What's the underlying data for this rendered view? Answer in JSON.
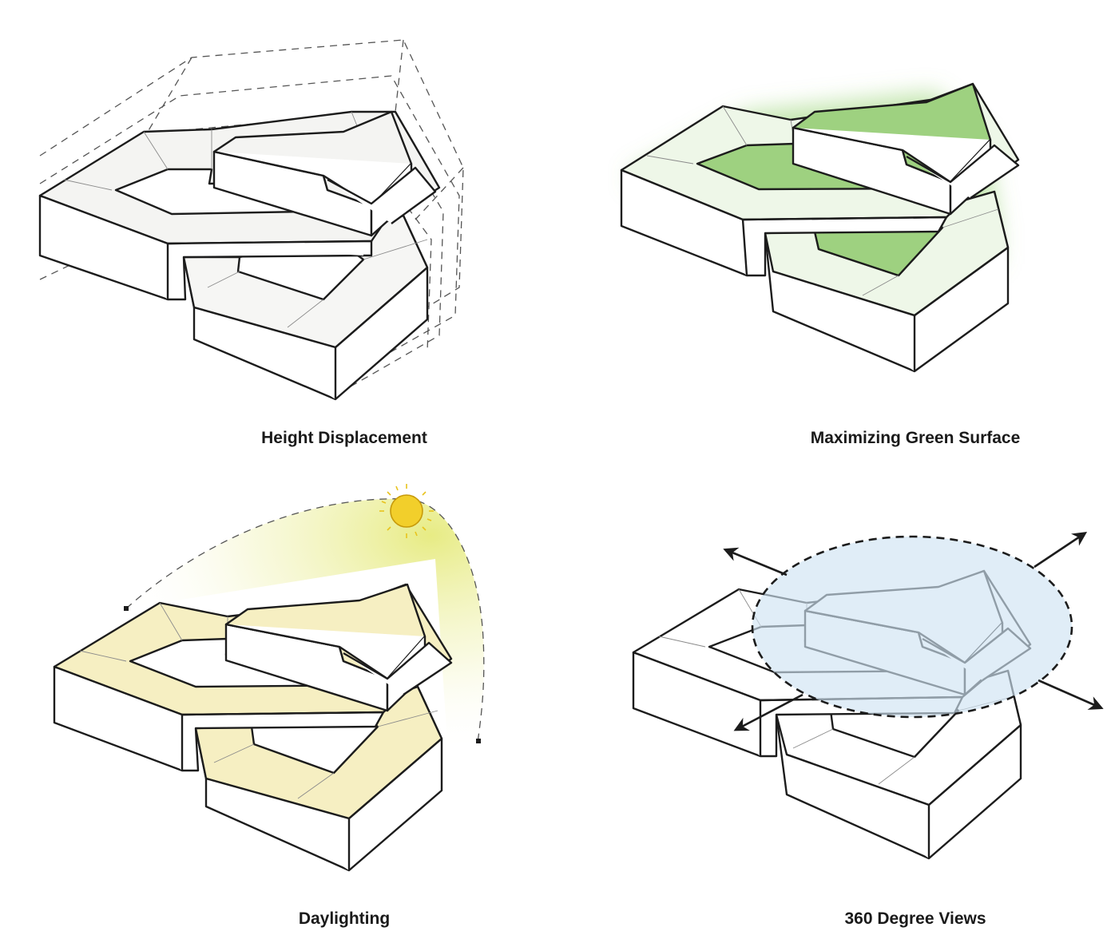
{
  "panels": [
    {
      "id": "height",
      "caption": "Height Displacement",
      "accent": "#f2f2f0"
    },
    {
      "id": "green",
      "caption": "Maximizing Green Surface",
      "accent": "#8fcf6a"
    },
    {
      "id": "daylight",
      "caption": "Daylighting",
      "accent": "#f6efc2"
    },
    {
      "id": "views",
      "caption": "360 Degree Views",
      "accent": "#cfe4f3"
    }
  ],
  "colors": {
    "sun": "#f2cf2b",
    "sun_stroke": "#d9a90e",
    "line": "#1c1c1c"
  },
  "icons": [
    "sun-icon",
    "arrow-icon"
  ]
}
